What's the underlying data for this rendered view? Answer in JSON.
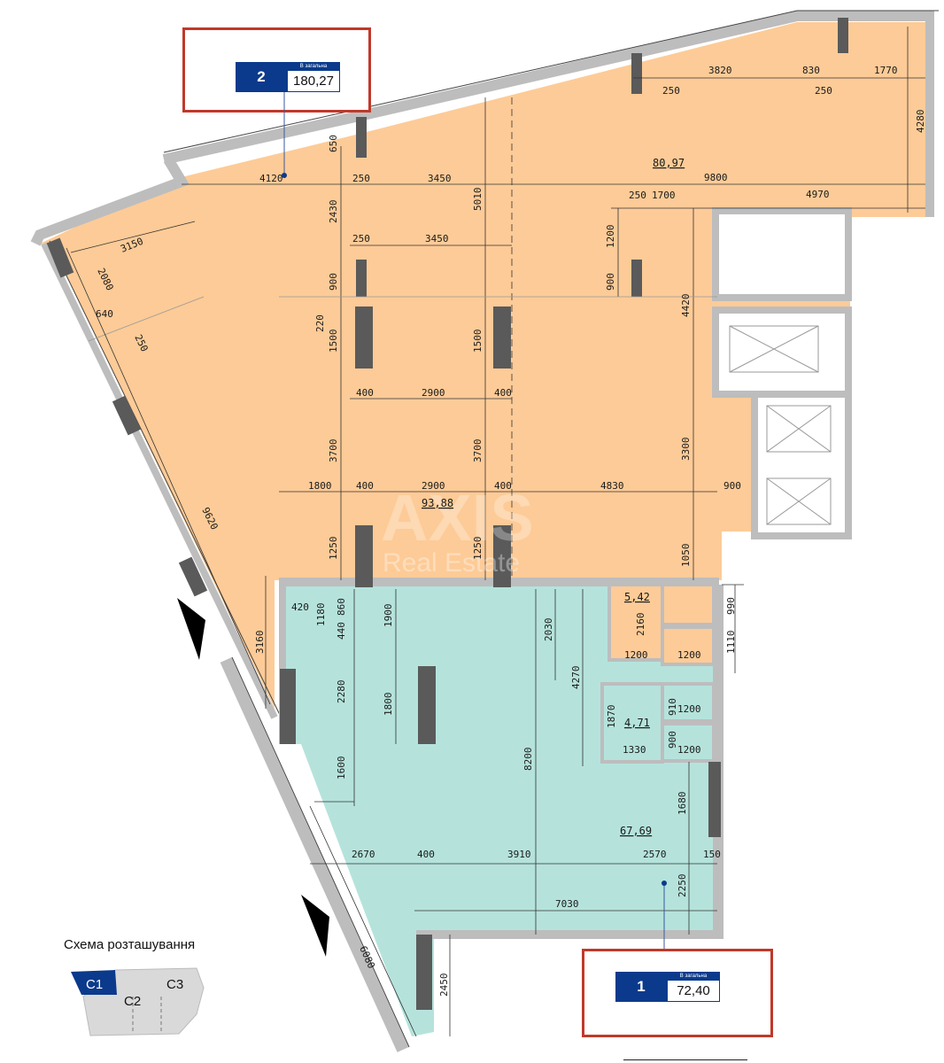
{
  "plan": {
    "colors": {
      "zone_upper": "#fdcb97",
      "zone_lower": "#b5e3dc",
      "wall": "#bdbdbd",
      "column": "#5a5a5a",
      "callout_border": "#c0392b",
      "tag_blue": "#0b3a8c"
    },
    "watermark": {
      "brand": "AXIS",
      "subtitle": "Real Estate"
    },
    "areas": {
      "upper_room_a": "80,97",
      "upper_room_b": "93,88",
      "wc_upper": "5,42",
      "wc_lower": "4,71",
      "lower_room": "67,69"
    },
    "units": [
      {
        "number": "2",
        "caption": "В загальна",
        "total_area": "180,27"
      },
      {
        "number": "1",
        "caption": "В загальна",
        "total_area": "72,40"
      }
    ],
    "dimensions": {
      "top_3820": "3820",
      "top_830": "830",
      "top_1770": "1770",
      "top_250a": "250",
      "top_250b": "250",
      "right_4280": "4280",
      "row_4120": "4120",
      "row_250": "250",
      "row_3450": "3450",
      "row_9800": "9800",
      "row_4970": "4970",
      "row_250b": "250",
      "row_1700": "1700",
      "v_650": "650",
      "v_2430": "2430",
      "v_5010": "5010",
      "v_1200": "1200",
      "v_900a": "900",
      "v_900b": "900",
      "v_4420": "4420",
      "mid_250": "250",
      "mid_3450": "3450",
      "left_3150": "3150",
      "left_2080": "2080",
      "left_640": "640",
      "left_250": "250",
      "v_220": "220",
      "v_1500a": "1500",
      "v_1500b": "1500",
      "col_400a": "400",
      "col_2900": "2900",
      "col_400b": "400",
      "v_3700a": "3700",
      "v_3700b": "3700",
      "v_3300": "3300",
      "low_1800": "1800",
      "low_400a": "400",
      "low_2900": "2900",
      "low_400b": "400",
      "low_4830": "4830",
      "low_900": "900",
      "diag_9620": "9620",
      "v_1250a": "1250",
      "v_1250b": "1250",
      "v_1050": "1050",
      "v_3160": "3160",
      "wc_2160": "2160",
      "wc_1200a": "1200",
      "wc_1200b": "1200",
      "wc_990": "990",
      "wc_1110": "1110",
      "wc_1870": "1870",
      "wc_1330": "1330",
      "wc_910": "910",
      "wc_900": "900",
      "wc_1200c": "1200",
      "wc_1200d": "1200",
      "b_420": "420",
      "b_1180": "1180",
      "b_860": "860",
      "b_440": "440",
      "b_1900": "1900",
      "b_2030": "2030",
      "b_4270": "4270",
      "b_2280": "2280",
      "b_1800": "1800",
      "b_1600": "1600",
      "b_8200": "8200",
      "b_1680": "1680",
      "b_2670": "2670",
      "b_400": "400",
      "b_3910": "3910",
      "b_2570": "2570",
      "b_150": "150",
      "b_2250": "2250",
      "b_7030": "7030",
      "diag_6080": "6080",
      "b_2450": "2450"
    }
  },
  "location_scheme": {
    "title": "Схема розташування",
    "sections": [
      {
        "label": "C1",
        "highlighted": true
      },
      {
        "label": "C2",
        "highlighted": false
      },
      {
        "label": "C3",
        "highlighted": false
      }
    ]
  }
}
